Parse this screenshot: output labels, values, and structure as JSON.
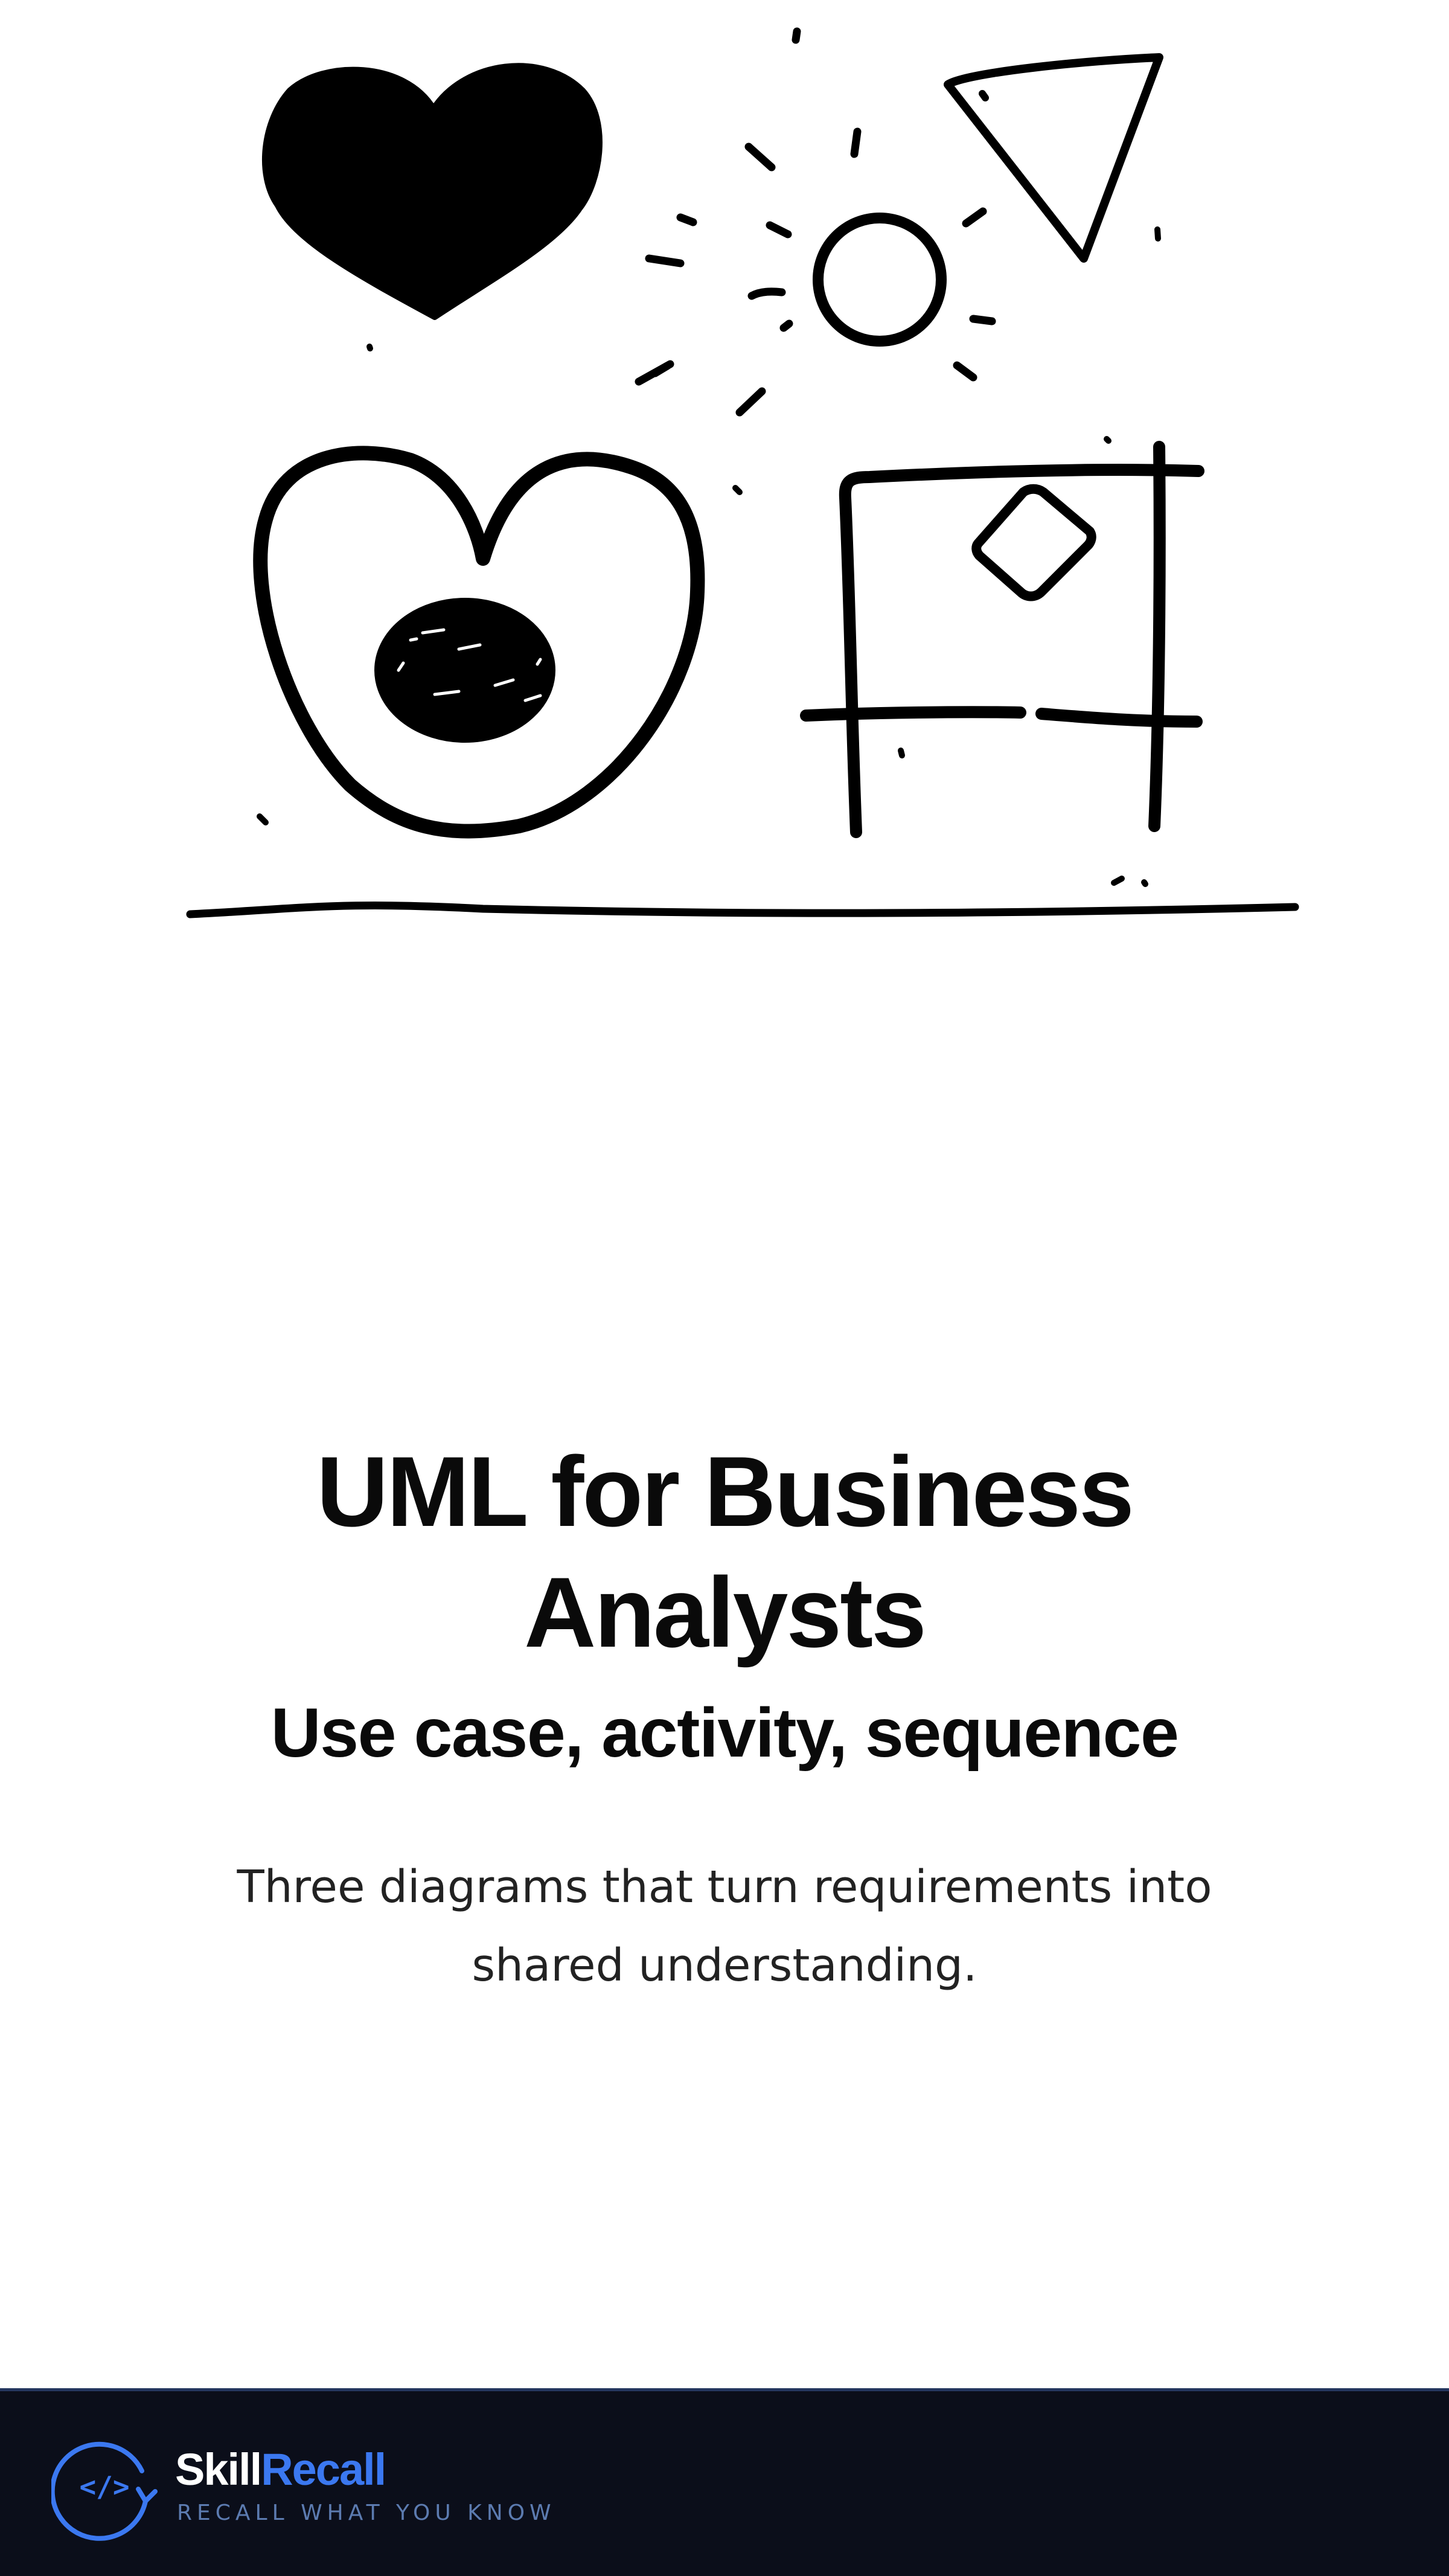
{
  "hero": {
    "title": "UML for Business Analysts",
    "subtitle": "Use case, activity, sequence",
    "description": "Three diagrams that turn requirements into shared understanding."
  },
  "footer": {
    "brand_primary": "Skill",
    "brand_accent": "Recall",
    "tagline": "RECALL WHAT YOU KNOW",
    "logo_glyph": "</>",
    "colors": {
      "background": "#0b0e1a",
      "accent": "#3b78f0",
      "tagline": "#5c7bb0"
    }
  },
  "illustration": {
    "icons": [
      "heart-icon",
      "sun-icon",
      "triangle-icon",
      "heart-outline-icon",
      "window-icon"
    ]
  }
}
